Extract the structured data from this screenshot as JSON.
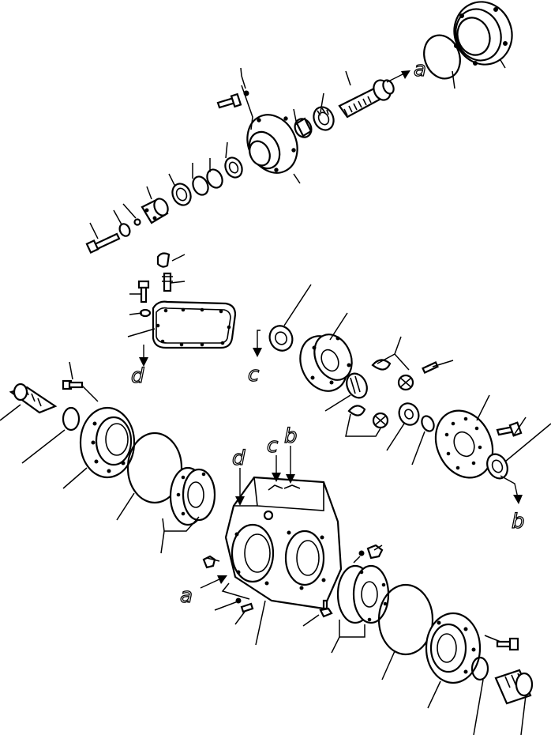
{
  "diagram": {
    "type": "exploded-parts-drawing",
    "stroke_color": "#000000",
    "background_color": "#ffffff"
  },
  "reference_letters": {
    "a_top": "a",
    "a_bottom": "a",
    "b_top": "b",
    "b_right": "b",
    "c_top": "c",
    "c_mid": "c",
    "d_top": "d",
    "d_left": "d"
  }
}
